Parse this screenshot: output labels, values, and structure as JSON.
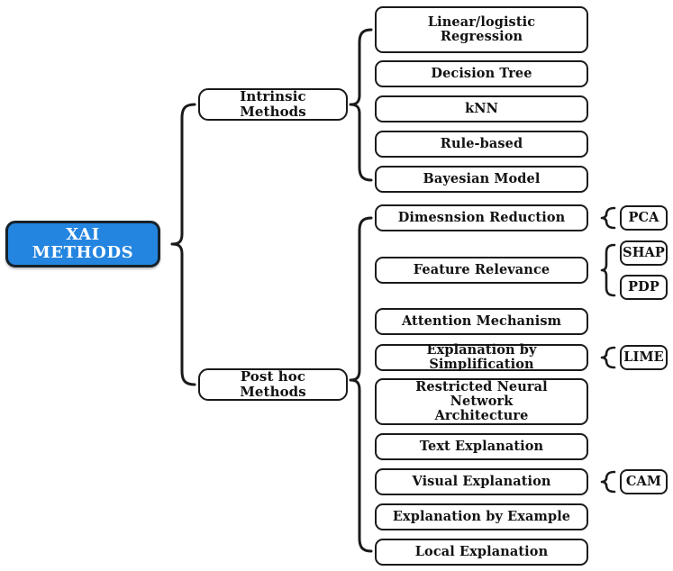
{
  "diagram": {
    "title": "XAI Methods Taxonomy",
    "background_color": "#ffffff",
    "accent_color": "#2485e0",
    "outline_color": "#1a1a1a",
    "root": {
      "label": "XAI METHODS",
      "fill": "#2485e0",
      "text_color": "#ffffff"
    },
    "branches": [
      {
        "label": "Intrinsic Methods"
      },
      {
        "label": "Post hoc Methods"
      }
    ],
    "intrinsic_children": [
      {
        "label": "Linear/logistic\nRegression"
      },
      {
        "label": "Decision Tree"
      },
      {
        "label": "kNN"
      },
      {
        "label": "Rule-based"
      },
      {
        "label": "Bayesian Model"
      }
    ],
    "posthoc_children": [
      {
        "label": "Dimesnsion Reduction"
      },
      {
        "label": "Feature Relevance"
      },
      {
        "label": "Attention Mechanism"
      },
      {
        "label": "Explanation by Simplification"
      },
      {
        "label": "Restricted Neural Network\nArchitecture"
      },
      {
        "label": "Text Explanation"
      },
      {
        "label": "Visual Explanation"
      },
      {
        "label": "Explanation by Example"
      },
      {
        "label": "Local Explanation"
      }
    ],
    "technique_children": [
      {
        "label": "PCA",
        "parent": "Dimesnsion Reduction"
      },
      {
        "label": "SHAP",
        "parent": "Feature Relevance"
      },
      {
        "label": "PDP",
        "parent": "Feature Relevance"
      },
      {
        "label": "LIME",
        "parent": "Explanation by Simplification"
      },
      {
        "label": "CAM",
        "parent": "Visual Explanation"
      }
    ]
  }
}
